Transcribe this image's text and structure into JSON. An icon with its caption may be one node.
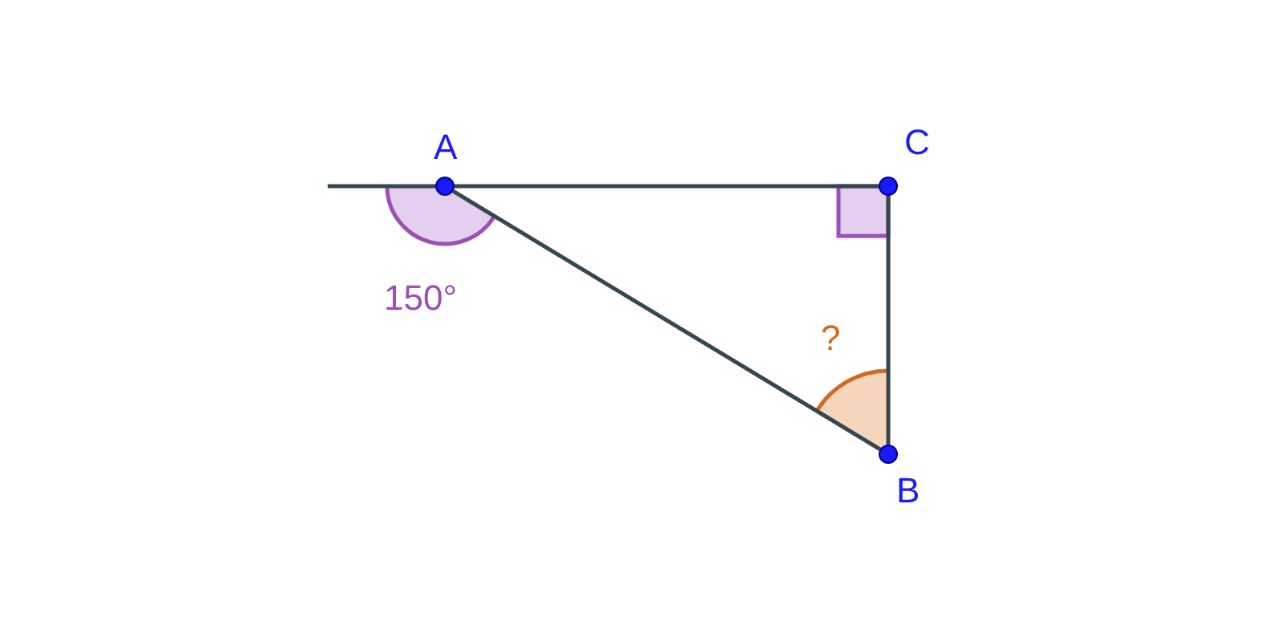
{
  "diagram": {
    "nodes": [
      {
        "text": [
          "A"
        ]
      },
      {
        "text": [
          "C"
        ]
      },
      {
        "text": [
          "B"
        ]
      }
    ],
    "edges": [
      {
        "from": 0,
        "to": 1,
        "arrow": "none"
      },
      {
        "from": 1,
        "to": 2,
        "arrow": "none"
      },
      {
        "from": 0,
        "to": 2,
        "arrow": "none"
      },
      {
        "from": null,
        "to": 0,
        "arrow": "none"
      }
    ],
    "labels": [
      "150°",
      "?"
    ]
  }
}
